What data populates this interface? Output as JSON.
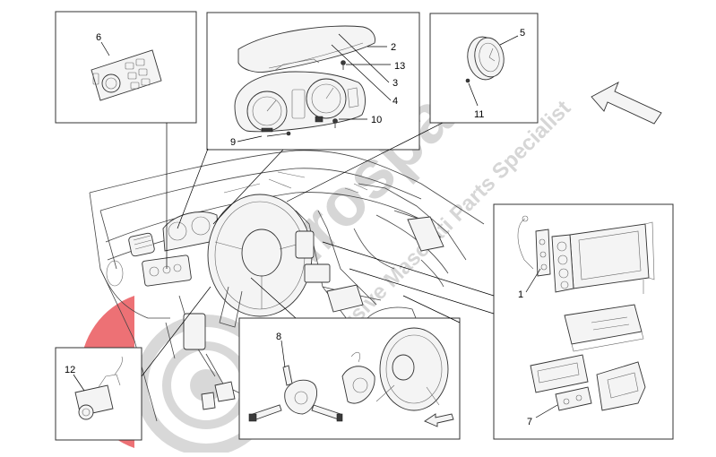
{
  "watermark": {
    "brand": "eurospa",
    "tagline": "Exclusive Maserati Parts Specialist",
    "color": "#d9d9d9",
    "logo_color": "#e8444a"
  },
  "callouts": {
    "c1": "1",
    "c2": "2",
    "c3": "3",
    "c4": "4",
    "c5": "5",
    "c6": "6",
    "c7": "7",
    "c8": "8",
    "c9": "9",
    "c10": "10",
    "c11": "11",
    "c12": "12",
    "c13": "13"
  }
}
